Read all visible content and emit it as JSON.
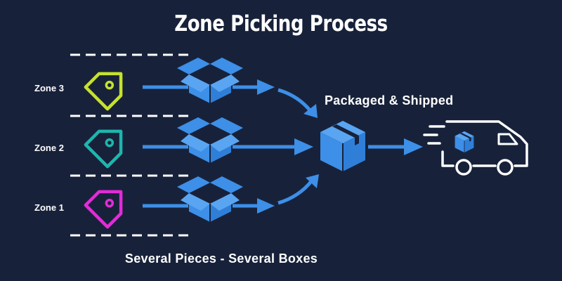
{
  "title": "Zone Picking Process",
  "zones": [
    {
      "label": "Zone 3",
      "tag_color": "#c6e22c"
    },
    {
      "label": "Zone 2",
      "tag_color": "#1eb6ad"
    },
    {
      "label": "Zone 1",
      "tag_color": "#e32bd8"
    }
  ],
  "packaged_label": "Packaged & Shipped",
  "footer": "Several Pieces - Several Boxes",
  "colors": {
    "background": "#17223a",
    "accent": "#3d8fe8",
    "text": "#ffffff"
  }
}
